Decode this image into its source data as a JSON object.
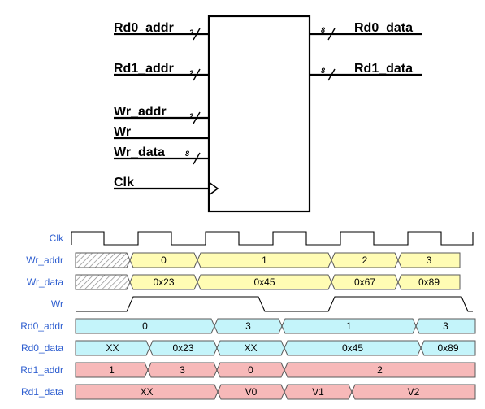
{
  "diagram": {
    "inputs": [
      {
        "name": "Rd0_addr",
        "width": "2"
      },
      {
        "name": "Rd1_addr",
        "width": "2"
      },
      {
        "name": "Wr_addr",
        "width": "2"
      },
      {
        "name": "Wr",
        "width": ""
      },
      {
        "name": "Wr_data",
        "width": "8"
      },
      {
        "name": "Clk",
        "width": ""
      }
    ],
    "outputs": [
      {
        "name": "Rd0_data",
        "width": "8"
      },
      {
        "name": "Rd1_data",
        "width": "8"
      }
    ]
  },
  "timing": {
    "clock_name": "Clk",
    "signals": [
      {
        "name": "Wr_addr",
        "type": "bus",
        "color": "#fffcb4",
        "segments": [
          {
            "value": "",
            "hatched": true
          },
          {
            "value": "0"
          },
          {
            "value": "1"
          },
          {
            "value": "2"
          },
          {
            "value": "3"
          }
        ]
      },
      {
        "name": "Wr_data",
        "type": "bus",
        "color": "#fffcb4",
        "segments": [
          {
            "value": "",
            "hatched": true
          },
          {
            "value": "0x23"
          },
          {
            "value": "0x45"
          },
          {
            "value": "0x67"
          },
          {
            "value": "0x89"
          }
        ]
      },
      {
        "name": "Wr",
        "type": "bit",
        "levels": [
          0,
          1,
          0,
          1,
          0
        ]
      },
      {
        "name": "Rd0_addr",
        "type": "bus",
        "color": "#c4f4fa",
        "segments": [
          {
            "value": "0"
          },
          {
            "value": "3"
          },
          {
            "value": "1"
          },
          {
            "value": "3"
          }
        ]
      },
      {
        "name": "Rd0_data",
        "type": "bus",
        "color": "#c4f4fa",
        "segments": [
          {
            "value": "XX"
          },
          {
            "value": "0x23"
          },
          {
            "value": "XX"
          },
          {
            "value": "0x45"
          },
          {
            "value": "0x89"
          }
        ]
      },
      {
        "name": "Rd1_addr",
        "type": "bus",
        "color": "#f7b9b9",
        "segments": [
          {
            "value": "1"
          },
          {
            "value": "3"
          },
          {
            "value": "0"
          },
          {
            "value": "2"
          }
        ]
      },
      {
        "name": "Rd1_data",
        "type": "bus",
        "color": "#f7b9b9",
        "segments": [
          {
            "value": "XX"
          },
          {
            "value": "V0"
          },
          {
            "value": "V1"
          },
          {
            "value": "V2"
          }
        ]
      }
    ]
  }
}
